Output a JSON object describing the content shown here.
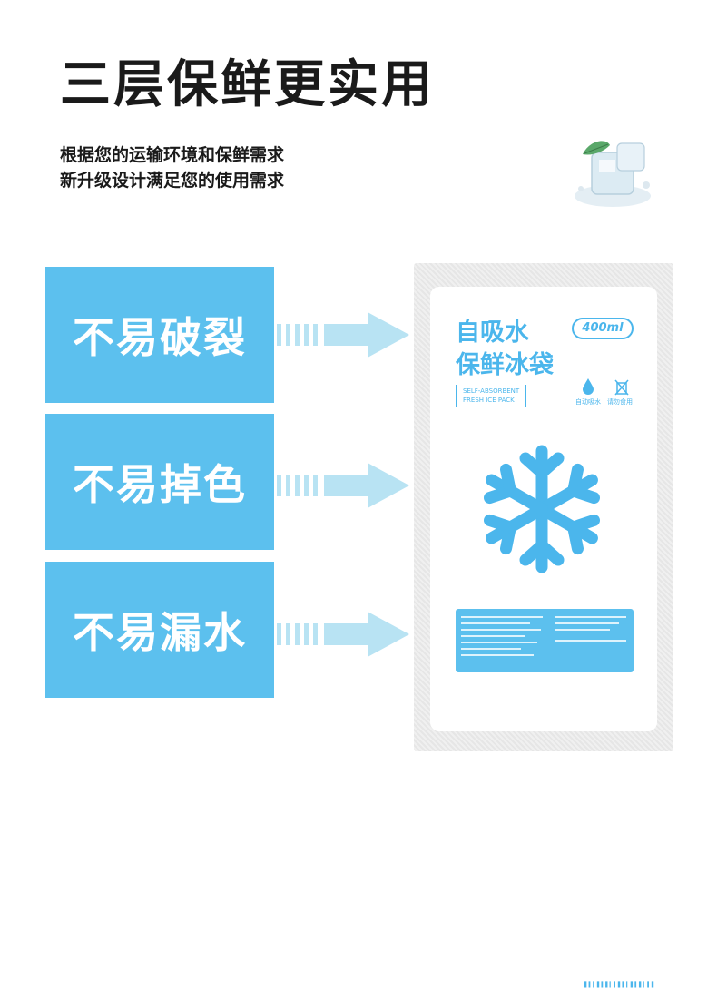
{
  "header": {
    "title": "三层保鲜更实用",
    "subtitle_line1": "根据您的运输环境和保鲜需求",
    "subtitle_line2": "新升级设计满足您的使用需求"
  },
  "features": [
    {
      "label": "不易破裂"
    },
    {
      "label": "不易掉色"
    },
    {
      "label": "不易漏水"
    }
  ],
  "package": {
    "title_line1": "自吸水",
    "title_line2": "保鲜冰袋",
    "volume": "400ml",
    "english_line1": "SELF-ABSORBENT",
    "english_line2": "FRESH ICE PACK",
    "icon1_label": "自动吸水",
    "icon2_label": "请勿食用"
  },
  "colors": {
    "feature_blue": "#5cc0ee",
    "arrow_light_blue": "#b8e3f3",
    "brand_blue": "#4bb6ec"
  }
}
